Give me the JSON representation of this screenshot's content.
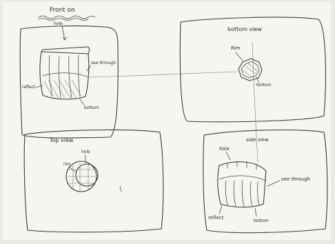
{
  "panels": {
    "front": {
      "title": "Front on",
      "labels": {
        "hole": "hole",
        "see_through": "see through",
        "reflect": "reflect",
        "bottom": "bottom"
      }
    },
    "bottom": {
      "title": "bottom view",
      "labels": {
        "rim": "Rim",
        "bottom": "bottom"
      }
    },
    "top": {
      "title": "Top view",
      "labels": {
        "rim": "rim",
        "hole": "hole"
      }
    },
    "side": {
      "title": "side view",
      "labels": {
        "hole": "hole",
        "see_through": "see through",
        "reflect": "reflect",
        "bottom": "bottom"
      }
    }
  }
}
